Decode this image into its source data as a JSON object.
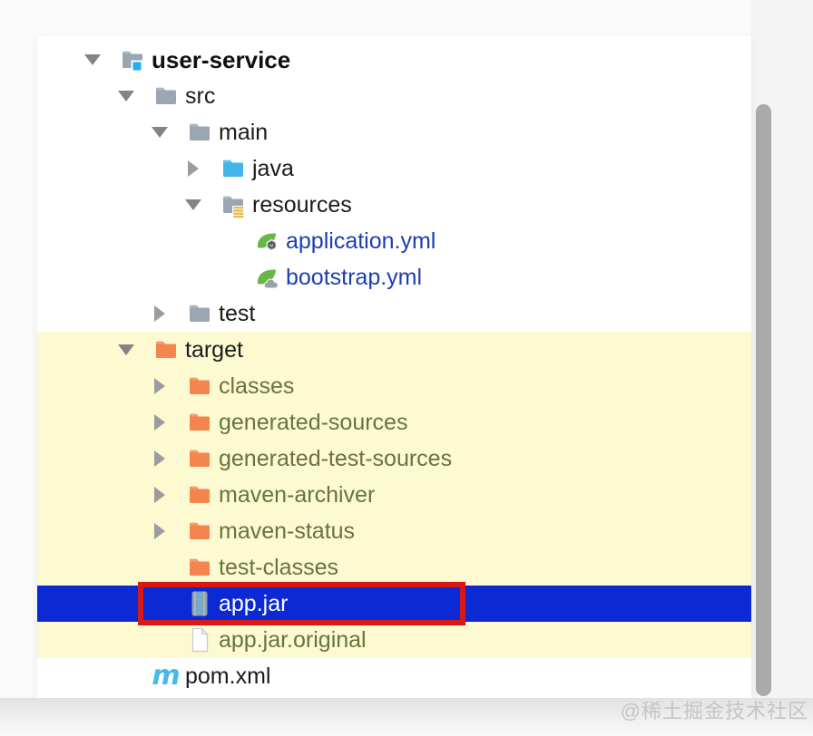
{
  "watermark": "@稀土掘金技术社区",
  "colors": {
    "selection_bg": "#0B2AD4",
    "excluded_bg": "#FDF9D1",
    "annotation_red": "#D81717",
    "folder_gray": "#9AA7B3",
    "folder_blue": "#41B4EA",
    "folder_orange": "#F5854E",
    "spring_green": "#68B644",
    "maven_cyan": "#49B9EA",
    "excluded_text": "#67753B",
    "config_text": "#1E3EAD",
    "normal_text": "#1B1B1B",
    "selected_text": "#FFFFFF"
  },
  "icons": {
    "maven_glyph": "m"
  },
  "tree": {
    "rows": [
      {
        "label": "user-service",
        "level": 0,
        "arrow": "expanded",
        "icon": "module-folder-icon",
        "text": "root",
        "bg": "none"
      },
      {
        "label": "src",
        "level": 1,
        "arrow": "expanded",
        "icon": "folder-icon",
        "text": "normal",
        "bg": "none"
      },
      {
        "label": "main",
        "level": 2,
        "arrow": "expanded",
        "icon": "folder-icon",
        "text": "normal",
        "bg": "none"
      },
      {
        "label": "java",
        "level": 3,
        "arrow": "collapsed",
        "icon": "source-folder-icon",
        "text": "normal",
        "bg": "none"
      },
      {
        "label": "resources",
        "level": 3,
        "arrow": "expanded",
        "icon": "resources-folder-icon",
        "text": "normal",
        "bg": "none"
      },
      {
        "label": "application.yml",
        "level": 4,
        "arrow": "none",
        "icon": "spring-boot-config-icon",
        "text": "navy",
        "bg": "none"
      },
      {
        "label": "bootstrap.yml",
        "level": 4,
        "arrow": "none",
        "icon": "spring-cloud-config-icon",
        "text": "navy",
        "bg": "none"
      },
      {
        "label": "test",
        "level": 2,
        "arrow": "collapsed",
        "icon": "folder-icon",
        "text": "normal",
        "bg": "none"
      },
      {
        "label": "target",
        "level": 1,
        "arrow": "expanded",
        "icon": "excluded-folder-icon",
        "text": "normal",
        "bg": "excluded"
      },
      {
        "label": "classes",
        "level": 2,
        "arrow": "collapsed",
        "icon": "excluded-folder-icon",
        "text": "olive",
        "bg": "excluded"
      },
      {
        "label": "generated-sources",
        "level": 2,
        "arrow": "collapsed",
        "icon": "excluded-folder-icon",
        "text": "olive",
        "bg": "excluded"
      },
      {
        "label": "generated-test-sources",
        "level": 2,
        "arrow": "collapsed",
        "icon": "excluded-folder-icon",
        "text": "olive",
        "bg": "excluded"
      },
      {
        "label": "maven-archiver",
        "level": 2,
        "arrow": "collapsed",
        "icon": "excluded-folder-icon",
        "text": "olive",
        "bg": "excluded"
      },
      {
        "label": "maven-status",
        "level": 2,
        "arrow": "collapsed",
        "icon": "excluded-folder-icon",
        "text": "olive",
        "bg": "excluded"
      },
      {
        "label": "test-classes",
        "level": 2,
        "arrow": "none",
        "icon": "excluded-folder-icon",
        "text": "olive",
        "bg": "excluded"
      },
      {
        "label": "app.jar",
        "level": 2,
        "arrow": "none",
        "icon": "jar-archive-icon",
        "text": "selected",
        "bg": "selected",
        "annotated": true
      },
      {
        "label": "app.jar.original",
        "level": 2,
        "arrow": "none",
        "icon": "plain-file-icon",
        "text": "olive",
        "bg": "excluded"
      },
      {
        "label": "pom.xml",
        "level": 1,
        "arrow": "none",
        "icon": "maven-file-icon",
        "text": "normal",
        "bg": "none"
      },
      {
        "label": "",
        "level": 1,
        "arrow": "none",
        "icon": "clipped-icon-fragment",
        "text": "normal",
        "bg": "none"
      }
    ]
  }
}
